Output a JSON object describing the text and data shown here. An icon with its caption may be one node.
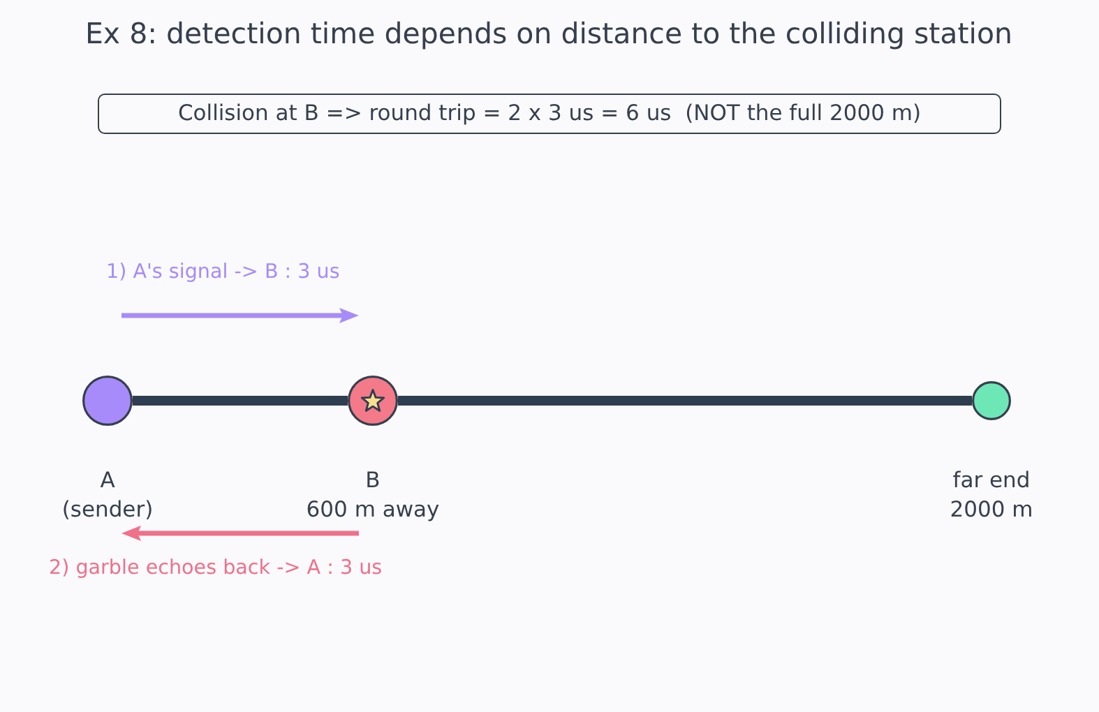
{
  "diagram": {
    "title": "Ex 8: detection time depends on distance to the colliding station",
    "nodes": [
      {
        "text": [
          "Collision at B => round trip = 2 x 3 us = 6 us  (NOT the full 2000 m)"
        ]
      },
      {
        "text": [],
        "shape": "circle",
        "beside": [
          "A (sender)"
        ]
      },
      {
        "text": [],
        "shape": "circle",
        "beside": [
          "B 600 m away"
        ]
      },
      {
        "text": [],
        "shape": "circle",
        "beside": [
          "far end 2000 m"
        ]
      }
    ],
    "edges": [
      {
        "from": 1,
        "to": 2,
        "arrow": "none",
        "style": "thick",
        "color": "#2e3e50"
      },
      {
        "from": 2,
        "to": 3,
        "arrow": "none",
        "style": "thick",
        "color": "#2e3e50"
      },
      {
        "from": 1,
        "to": 2,
        "arrow": "to",
        "label": "1) A's signal -> B : 3 us",
        "color": "#a78bfa"
      },
      {
        "from": 2,
        "to": 1,
        "arrow": "to",
        "label": "2) garble echoes back -> A : 3 us",
        "color": "#f07089"
      }
    ]
  }
}
